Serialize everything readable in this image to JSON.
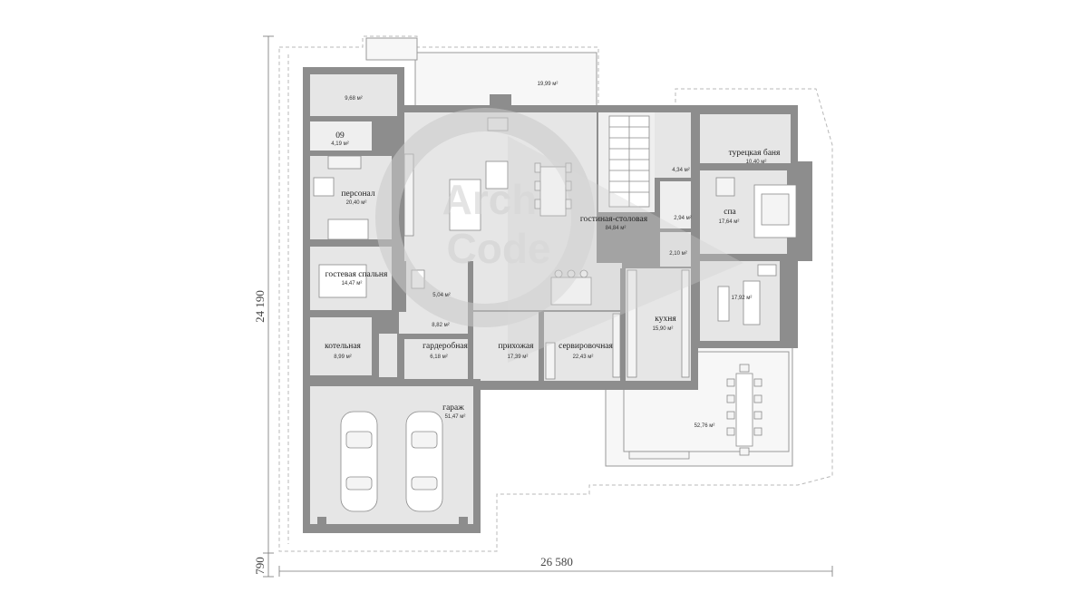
{
  "rooms": {
    "storage_top": {
      "area": "9,68 м²"
    },
    "room09": {
      "name": "09",
      "area": "4,19 м²"
    },
    "staff": {
      "name": "персонал",
      "area": "20,40 м²"
    },
    "guest": {
      "name": "гостевая спальня",
      "area": "14,47 м²"
    },
    "bath_mid": {
      "area": "5,04 м²"
    },
    "corridor": {
      "area": "8,82 м²"
    },
    "boiler": {
      "name": "котельная",
      "area": "8,99 м²"
    },
    "wardrobe": {
      "name": "гардеробная",
      "area": "6,18 м²"
    },
    "hall": {
      "name": "прихожая",
      "area": "17,39 м²"
    },
    "pantry": {
      "name": "сервировочная",
      "area": "22,43 м²"
    },
    "kitchen": {
      "name": "кухня",
      "area": "15,90 м²"
    },
    "living": {
      "name": "гостиная-столовая",
      "area": "84,84 м²"
    },
    "terrace_top": {
      "area": "19,99 м²"
    },
    "small1": {
      "area": "4,34 м²"
    },
    "small2": {
      "area": "2,94 м²"
    },
    "small3": {
      "area": "2,10 м²"
    },
    "hammam": {
      "name": "турецкая баня",
      "area": "10,40 м²"
    },
    "spa": {
      "name": "спа",
      "area": "17,64 м²"
    },
    "gym": {
      "area": "17,92 м²"
    },
    "terrace_right": {
      "area": "52,76 м²"
    },
    "garage": {
      "name": "гараж",
      "area": "51,47 м²"
    }
  },
  "dimensions": {
    "height": "24 190",
    "width": "26 580",
    "offset": "790"
  },
  "watermark": {
    "line1": "Arch",
    "line2": "Code"
  }
}
